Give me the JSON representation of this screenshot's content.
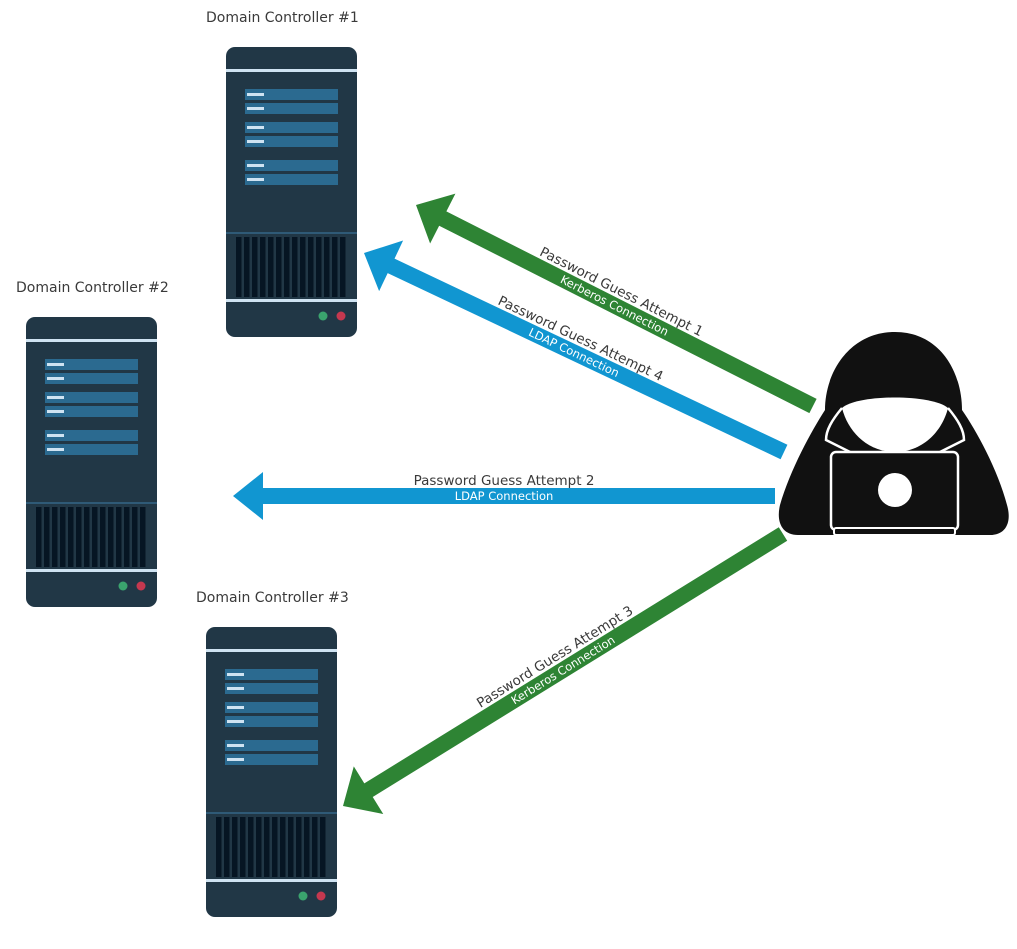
{
  "servers": [
    {
      "id": "dc1",
      "label": "Domain Controller #1"
    },
    {
      "id": "dc2",
      "label": "Domain Controller #2"
    },
    {
      "id": "dc3",
      "label": "Domain Controller #3"
    }
  ],
  "attacker": {
    "icon": "hooded-hacker-laptop-icon"
  },
  "attempts": [
    {
      "title": "Password Guess Attempt 1",
      "protocol": "Kerberos Connection",
      "target": "dc1",
      "color": "#2e8434"
    },
    {
      "title": "Password Guess Attempt 2",
      "protocol": "LDAP Connection",
      "target": "dc2",
      "color": "#1196d1"
    },
    {
      "title": "Password Guess Attempt 3",
      "protocol": "Kerberos Connection",
      "target": "dc3",
      "color": "#2e8434"
    },
    {
      "title": "Password Guess Attempt 4",
      "protocol": "LDAP Connection",
      "target": "dc1",
      "color": "#1196d1"
    }
  ],
  "colors": {
    "server_body": "#213746",
    "server_stripe": "#cfe3f2",
    "drive_bay": "#2b6a90",
    "vent": "#061523",
    "led_green": "#3aa36e",
    "led_red": "#c5384f",
    "kerberos": "#2e8434",
    "ldap": "#1196d1",
    "attacker": "#111111"
  }
}
